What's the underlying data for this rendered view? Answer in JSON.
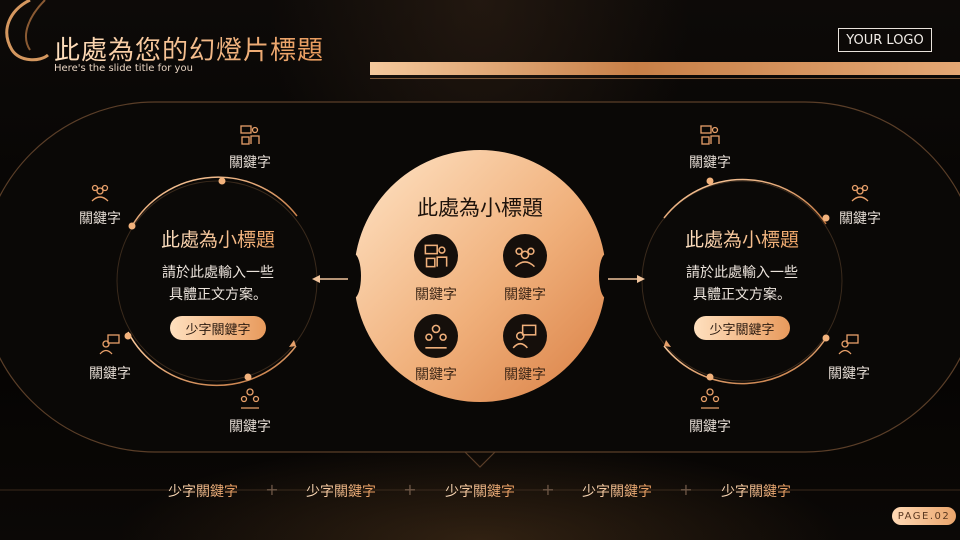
{
  "header": {
    "title": "此處為您的幻燈片標題",
    "subtitle": "Here's the slide title for you",
    "logo": "YOUR LOGO"
  },
  "left_panel": {
    "title": "此處為小標題",
    "body_line1": "請於此處輸入一些",
    "body_line2": "具體正文方案。",
    "pill": "少字關鍵字",
    "keywords": [
      "關鍵字",
      "關鍵字",
      "關鍵字",
      "關鍵字"
    ]
  },
  "center_panel": {
    "title": "此處為小標題",
    "items": [
      "關鍵字",
      "關鍵字",
      "關鍵字",
      "關鍵字"
    ]
  },
  "right_panel": {
    "title": "此處為小標題",
    "body_line1": "請於此處輸入一些",
    "body_line2": "具體正文方案。",
    "pill": "少字關鍵字",
    "keywords": [
      "關鍵字",
      "關鍵字",
      "關鍵字",
      "關鍵字"
    ]
  },
  "bottom_keywords": [
    "少字關鍵字",
    "少字關鍵字",
    "少字關鍵字",
    "少字關鍵字",
    "少字關鍵字"
  ],
  "page_label": "PAGE.02",
  "colors": {
    "gold_light": "#ffe0bf",
    "gold": "#e89a5c",
    "background": "#050403"
  }
}
